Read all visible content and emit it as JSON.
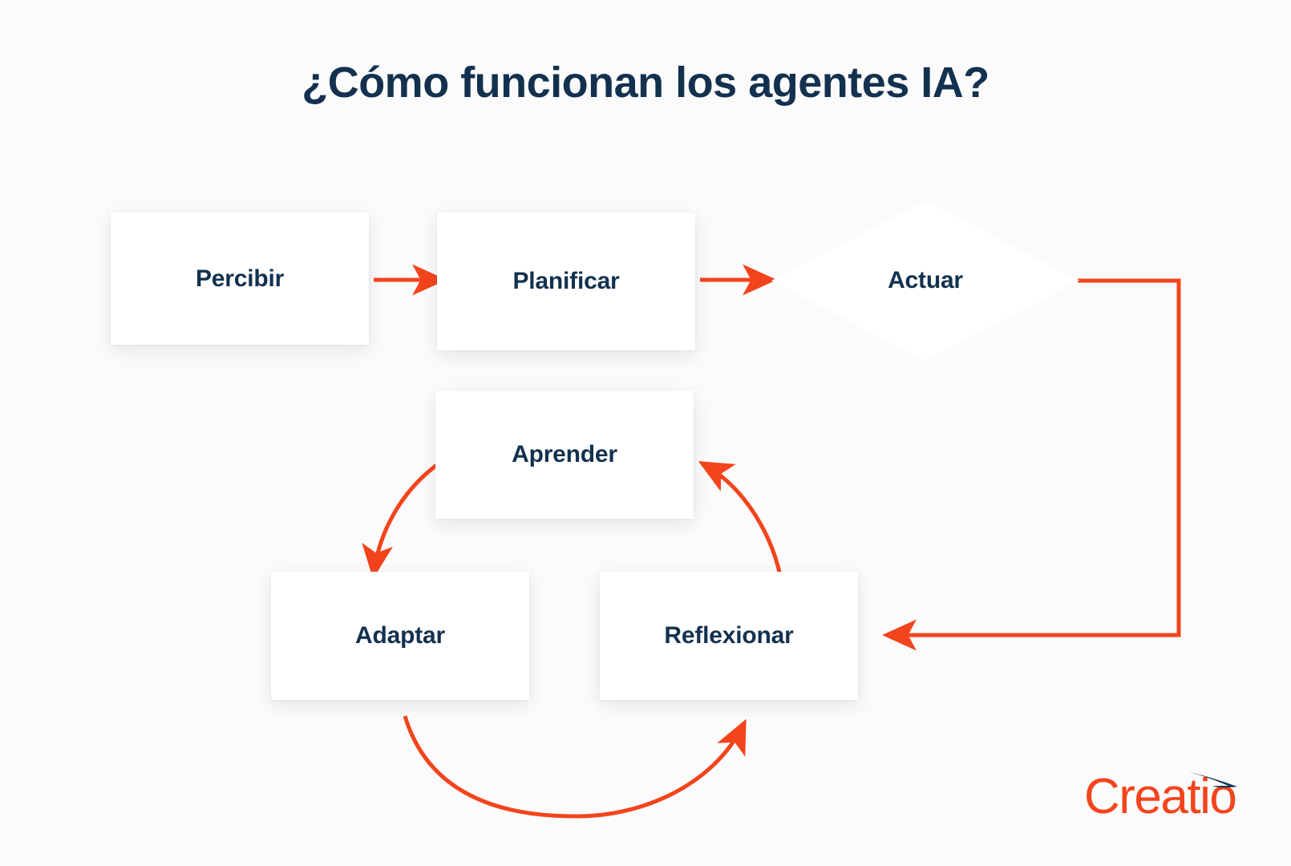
{
  "page": {
    "title": "¿Cómo funcionan los agentes IA?",
    "background_color": "#fbfbfb"
  },
  "colors": {
    "accent_orange": "#f4441d",
    "text_navy": "#13314f",
    "node_fill": "#ffffff"
  },
  "diagram": {
    "type": "flowchart",
    "nodes": [
      {
        "id": "percibir",
        "label": "Percibir",
        "shape": "rectangle"
      },
      {
        "id": "planificar",
        "label": "Planificar",
        "shape": "rectangle"
      },
      {
        "id": "actuar",
        "label": "Actuar",
        "shape": "diamond"
      },
      {
        "id": "aprender",
        "label": "Aprender",
        "shape": "rectangle"
      },
      {
        "id": "adaptar",
        "label": "Adaptar",
        "shape": "rectangle"
      },
      {
        "id": "reflexionar",
        "label": "Reflexionar",
        "shape": "rectangle"
      }
    ],
    "edges": [
      {
        "from": "percibir",
        "to": "planificar",
        "style": "straight-arrow"
      },
      {
        "from": "planificar",
        "to": "actuar",
        "style": "straight-arrow"
      },
      {
        "from": "actuar",
        "to": "reflexionar",
        "style": "orthogonal-arrow"
      },
      {
        "from": "reflexionar",
        "to": "aprender",
        "style": "curved-arrow"
      },
      {
        "from": "aprender",
        "to": "adaptar",
        "style": "curved-arrow"
      },
      {
        "from": "adaptar",
        "to": "reflexionar",
        "style": "curved-arrow"
      }
    ]
  },
  "logo": {
    "wordmark": "Creatio",
    "swoosh_icon": "swoosh-icon"
  }
}
